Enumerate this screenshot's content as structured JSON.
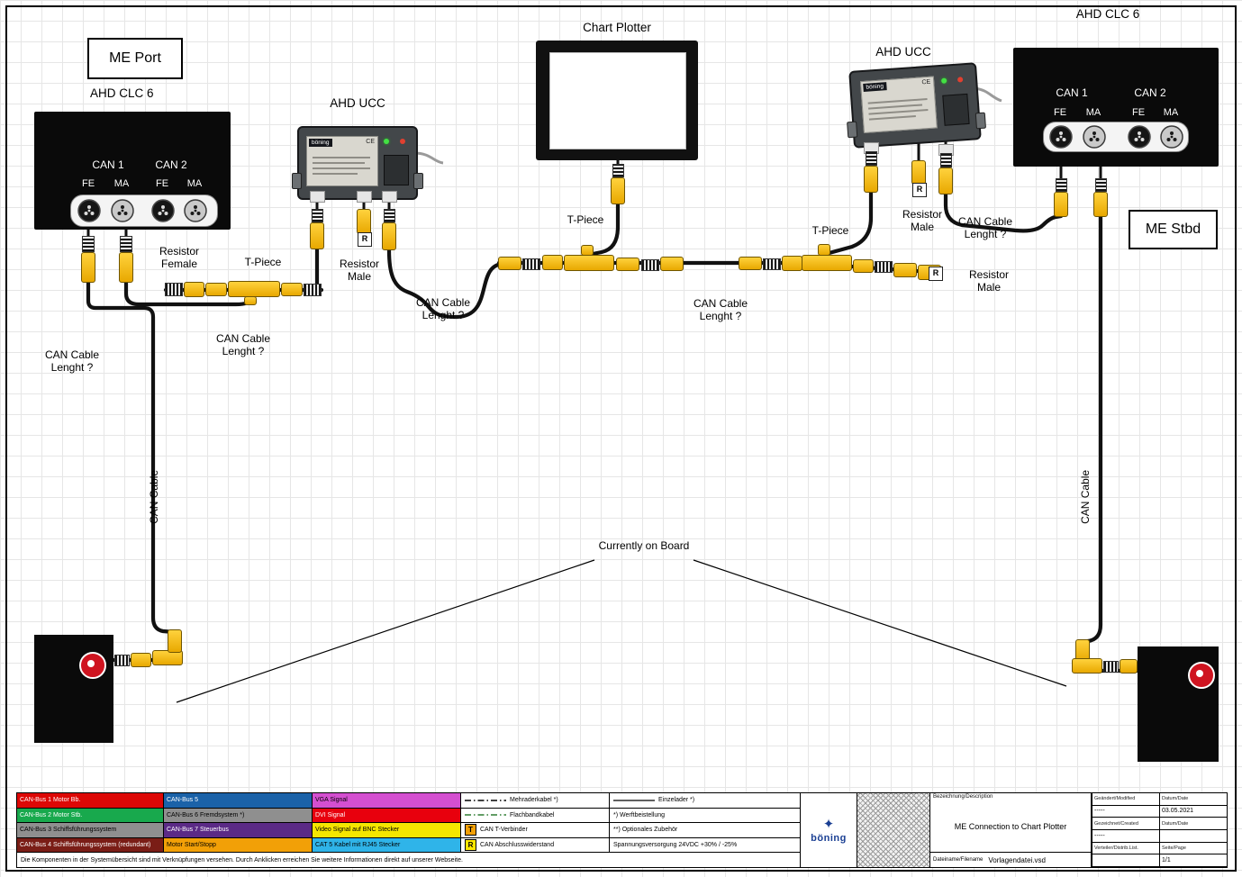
{
  "page": {
    "me_port": "ME Port",
    "me_stbd": "ME Stbd",
    "chart_plotter": "Chart Plotter",
    "currently_on_board": "Currently on Board"
  },
  "devices": {
    "clc6_left": {
      "title": "AHD CLC 6",
      "can1": "CAN 1",
      "can2": "CAN 2",
      "fe": "FE",
      "ma": "MA"
    },
    "clc6_right": {
      "title": "AHD CLC 6",
      "can1": "CAN 1",
      "can2": "CAN 2",
      "fe": "FE",
      "ma": "MA"
    },
    "ucc_left": {
      "title": "AHD UCC",
      "brand": "böning",
      "ce": "CE"
    },
    "ucc_right": {
      "title": "AHD UCC",
      "brand": "böning",
      "ce": "CE"
    }
  },
  "symbols": {
    "resistor": "R",
    "tpiece": "T"
  },
  "annotations": [
    {
      "text": "Resistor\nFemale"
    },
    {
      "text": "T-Piece"
    },
    {
      "text": "Resistor\nMale"
    },
    {
      "text": "CAN Cable\nLenght ?"
    },
    {
      "text": "T-Piece"
    },
    {
      "text": "CAN Cable\nLenght ?"
    },
    {
      "text": "T-Piece"
    },
    {
      "text": "Resistor\nMale"
    },
    {
      "text": "CAN Cable\nLenght ?"
    },
    {
      "text": "Resistor\nMale"
    },
    {
      "text": "CAN Cable\nLenght ?"
    },
    {
      "text": "CAN Cable\nLenght ?"
    },
    {
      "text": "CAN Cable"
    },
    {
      "text": "CAN Cable"
    },
    {
      "text": "Currently on Board"
    }
  ],
  "legend": {
    "bus_columns": [
      [
        {
          "label": "CAN-Bus 1 Motor Bb.",
          "bg": "#dd0806",
          "fg": "#ffffff"
        },
        {
          "label": "CAN-Bus 2 Motor Stb.",
          "bg": "#18a94d",
          "fg": "#ffffff"
        },
        {
          "label": "CAN-Bus 3 Schiffsführungssystem",
          "bg": "#8f8f8f",
          "fg": "#000000"
        },
        {
          "label": "CAN-Bus 4 Schiffsführungssystem (redundant)",
          "bg": "#7a1d16",
          "fg": "#ffffff"
        }
      ],
      [
        {
          "label": "CAN-Bus 5",
          "bg": "#1b62a8",
          "fg": "#ffffff"
        },
        {
          "label": "CAN-Bus 6 Fremdsystem *)",
          "bg": "#8f8f8f",
          "fg": "#000000"
        },
        {
          "label": "CAN-Bus 7 Steuerbus",
          "bg": "#5b2a86",
          "fg": "#ffffff"
        },
        {
          "label": "Motor Start/Stopp",
          "bg": "#f2a007",
          "fg": "#000000"
        }
      ],
      [
        {
          "label": "VGA Signal",
          "bg": "#d44fd0",
          "fg": "#000000"
        },
        {
          "label": "DVI Signal",
          "bg": "#e8000d",
          "fg": "#ffffff"
        },
        {
          "label": "Video Signal auf BNC Stecker",
          "bg": "#f5e600",
          "fg": "#000000"
        },
        {
          "label": "CAT 5 Kabel mit RJ45 Stecker",
          "bg": "#2fb4e9",
          "fg": "#000000"
        }
      ]
    ],
    "line_items": [
      {
        "label": "Mehraderkabel *)"
      },
      {
        "label": "Flachbandkabel"
      },
      {
        "symbol": "T",
        "label": "CAN T-Verbinder"
      },
      {
        "symbol": "R",
        "label": "CAN Abschlusswiderstand"
      }
    ],
    "right_items": [
      {
        "label": "Einzelader *)"
      },
      {
        "label": "*) Werftbeistellung"
      },
      {
        "label": "**) Optionales Zubehör"
      },
      {
        "label": "Spannungsversorgung 24VDC +30% / -25%"
      }
    ],
    "note": "Die Komponenten in der Systemübersicht sind mit Verknüpfungen versehen. Durch Anklicken erreichen Sie weitere Informationen direkt auf unserer Webseite."
  },
  "titleblock": {
    "brand": "böning",
    "desc_label": "Bezeichnung/Description",
    "description": "ME Connection to Chart Plotter",
    "filename_label": "Dateiname/Filename",
    "filename": "Vorlagendatei.vsd",
    "modified_label": "Geändert/Modified",
    "date_label": "Datum/Date",
    "modified_value": "-----",
    "date_value": "03.05.2021",
    "created_label": "Gezeichnet/Created",
    "created_value": "-----",
    "dist_label": "Verteiler/Distrib.List.",
    "page_label": "Seite/Page",
    "page_value": "1/1"
  }
}
